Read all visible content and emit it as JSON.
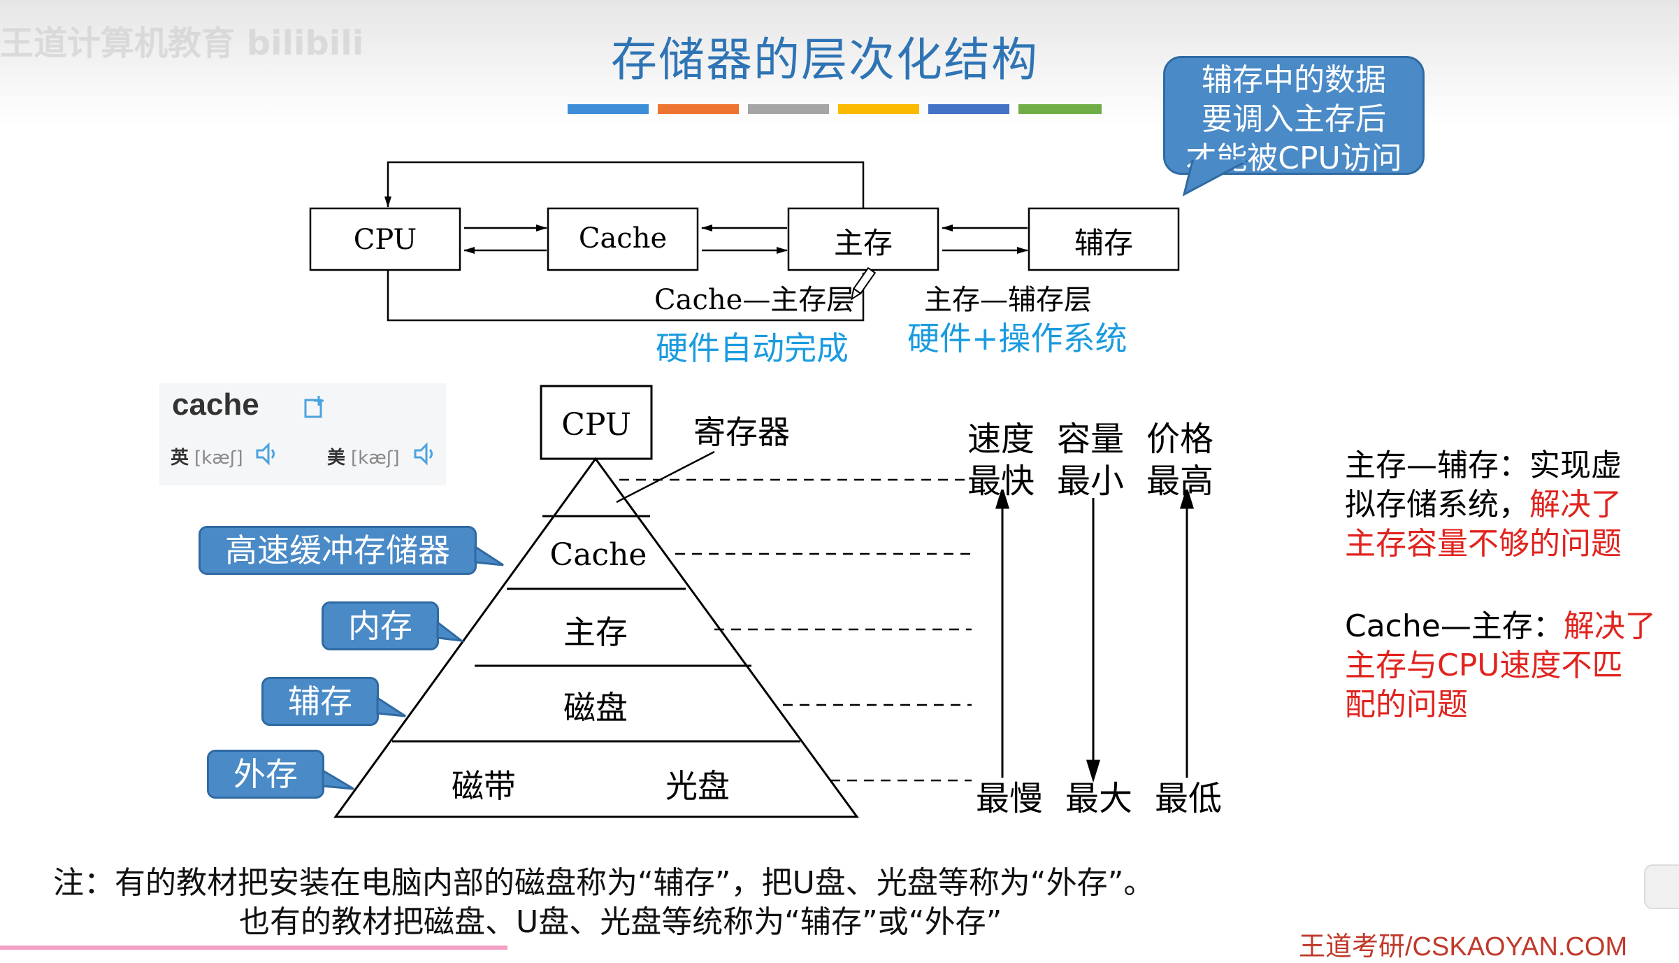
{
  "title": "存储器的层次化结构",
  "color_bar": [
    "#3d8ed8",
    "#ed7431",
    "#a5a5a5",
    "#fbba00",
    "#4472c4",
    "#70ad47"
  ],
  "watermark_top": "王道计算机教育 bilibili",
  "watermark_bottom": "王道考研/CSKAOYAN.COM",
  "callout": {
    "lines": [
      "辅存中的数据",
      "要调入主存后",
      "才能被CPU访问"
    ]
  },
  "top_diagram": {
    "boxes": [
      "CPU",
      "Cache",
      "主存",
      "辅存"
    ],
    "layer_cache_main": "Cache—主存层",
    "layer_main_aux": "主存—辅存层",
    "note_hw": "硬件自动完成",
    "note_hw_os": "硬件+操作系统"
  },
  "dictionary": {
    "word": "cache",
    "uk_label": "英",
    "uk_ipa": "[kæʃ]",
    "us_label": "美",
    "us_ipa": "[kæʃ]",
    "icons": [
      "add-note-icon",
      "speaker-icon"
    ]
  },
  "pyramid": {
    "top_box": "CPU",
    "register_label": "寄存器",
    "levels": [
      "Cache",
      "主存",
      "磁盘"
    ],
    "bottom_left": "磁带",
    "bottom_right": "光盘"
  },
  "tags": [
    "高速缓冲存储器",
    "内存",
    "辅存",
    "外存"
  ],
  "axes": {
    "headers": [
      "速度",
      "容量",
      "价格"
    ],
    "top": [
      "最快",
      "最小",
      "最高"
    ],
    "bottom": [
      "最慢",
      "最大",
      "最低"
    ]
  },
  "right_notes": {
    "note1_black": [
      "主存—辅存：实现虚",
      "拟存储系统，"
    ],
    "note1_red_inline": "解决了",
    "note1_red": "主存容量不够的问题",
    "note2_black": "Cache—主存：",
    "note2_red_inline": "解决了",
    "note2_red": [
      "主存与CPU速度不匹",
      "配的问题"
    ]
  },
  "bottom_note": {
    "line1": "注：有的教材把安装在电脑内部的磁盘称为“辅存”，把U盘、光盘等称为“外存”。",
    "line2": "也有的教材把磁盘、U盘、光盘等统称为“辅存”或“外存”"
  }
}
